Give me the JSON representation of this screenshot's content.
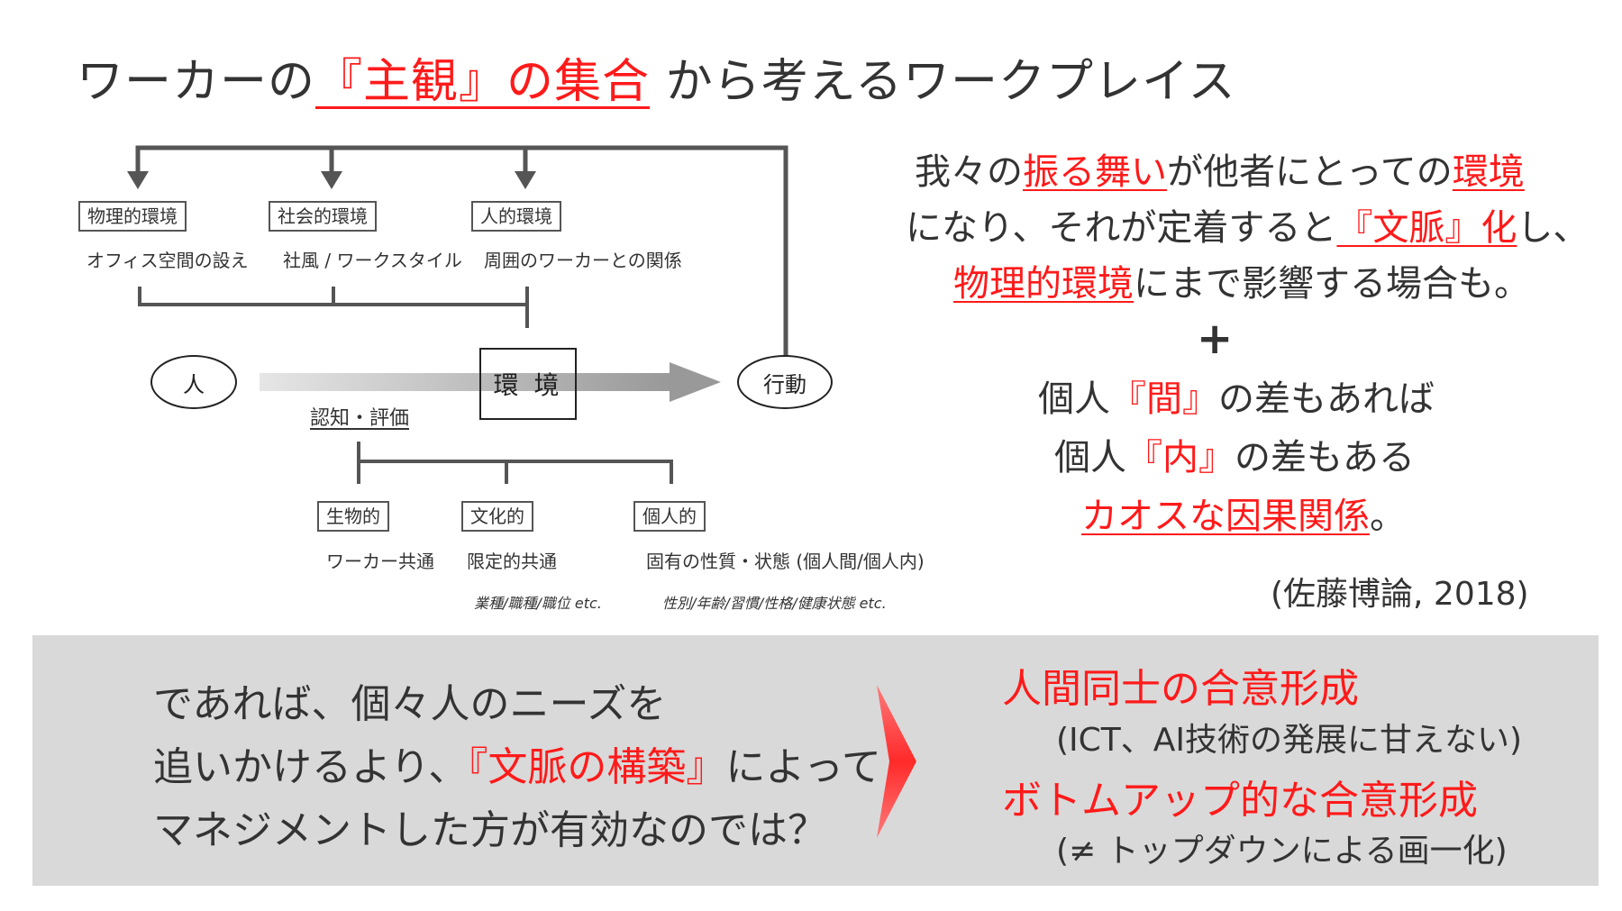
{
  "title": {
    "prefix": "ワーカーの",
    "accent": "『主観』の集合",
    "suffix": "から考えるワークプレイス"
  },
  "diagram": {
    "environments": [
      {
        "label": "物理的環境",
        "sub": "オフィス空間の設え"
      },
      {
        "label": "社会的環境",
        "sub": "社風 / ワークスタイル"
      },
      {
        "label": "人的環境",
        "sub": "周囲のワーカーとの関係"
      }
    ],
    "person": "人",
    "environment": "環 境",
    "action": "行動",
    "cognition": "認知・評価",
    "factors": [
      {
        "label": "生物的",
        "sub": "ワーカー共通",
        "examples": ""
      },
      {
        "label": "文化的",
        "sub": "限定的共通",
        "examples": "業種/職種/職位 etc."
      },
      {
        "label": "個人的",
        "sub": "固有の性質・状態 (個人間/個人内)",
        "examples": "性別/年齢/習慣/性格/健康状態 etc."
      }
    ]
  },
  "right_text": {
    "l1a": "我々の",
    "l1b": "振る舞い",
    "l1c": "が他者にとっての",
    "l1d": "環境",
    "l2a": "になり、それが定着すると",
    "l2b": "『文脈』化",
    "l2c": "し、",
    "l3a": "物理的環境",
    "l3b": "にまで影響する場合も。",
    "plus": "+",
    "l4a": "個人",
    "l4b": "『間』",
    "l4c": "の差もあれば",
    "l5a": "個人",
    "l5b": "『内』",
    "l5c": "の差もある",
    "l6a": "カオスな因果関係",
    "l6b": "。",
    "citation": "(佐藤博論, 2018)"
  },
  "panel": {
    "left1": "であれば、個々人のニーズを",
    "left2a": "追いかけるより、",
    "left2b": "『文脈の構築』",
    "left2c": "によって",
    "left3": "マネジメントした方が有効なのでは？",
    "right1": "人間同士の合意形成",
    "right1_sub": "(ICT、AI技術の発展に甘えない)",
    "right2": "ボトムアップ的な合意形成",
    "right2_sub": "(≠ トップダウンによる画一化)"
  },
  "colors": {
    "accent": "#ff1a1a",
    "panel_bg": "#d9d9d9",
    "text": "#333333"
  }
}
